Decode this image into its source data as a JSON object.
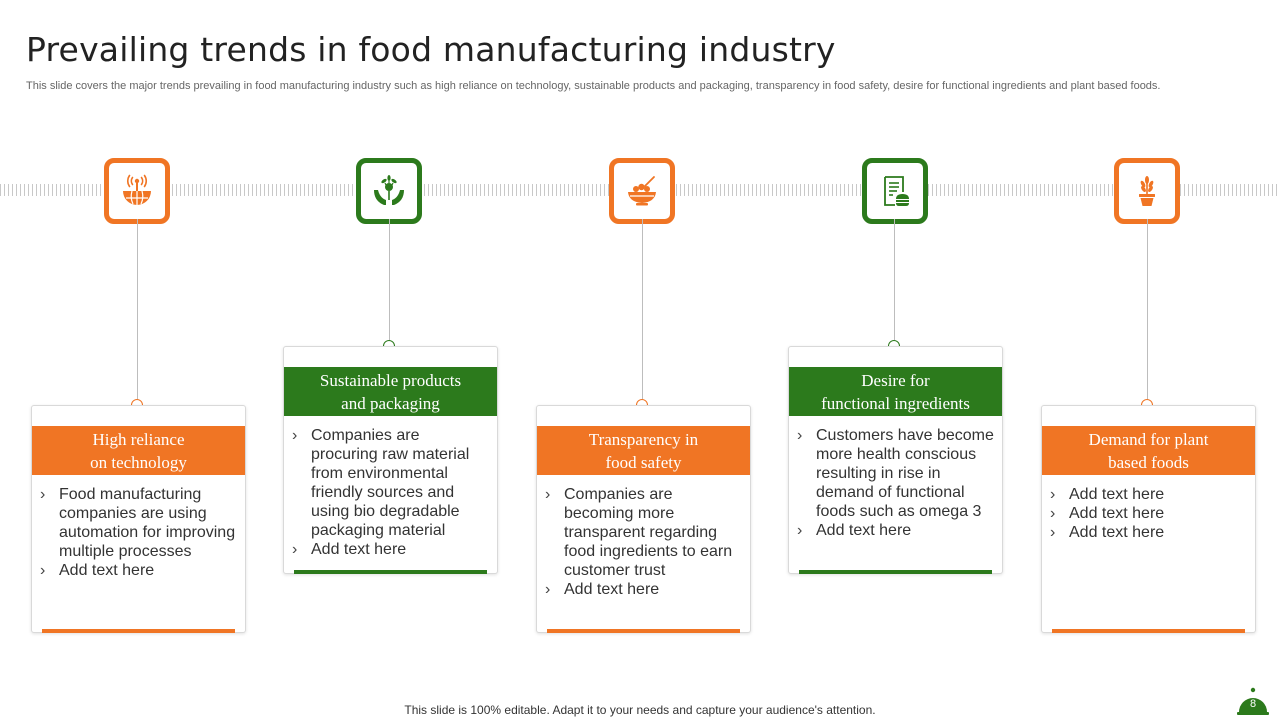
{
  "title": "Prevailing trends in food manufacturing industry",
  "subtitle": "This slide covers the major trends prevailing in food manufacturing industry such as high reliance on technology, sustainable products and packaging, transparency in food safety, desire for functional ingredients and plant based foods.",
  "colors": {
    "accent_orange": "#f07524",
    "accent_green": "#2c7a1c"
  },
  "trends": [
    {
      "icon": "globe-signal-icon",
      "color": "orange",
      "heading": "High reliance\non technology",
      "points": [
        "Food manufacturing companies are using automation for improving multiple processes",
        "Add text here"
      ]
    },
    {
      "icon": "hands-plant-icon",
      "color": "green",
      "heading": "Sustainable products\nand packaging",
      "points": [
        "Companies are procuring raw material from environmental friendly sources and using bio degradable packaging material",
        "Add text here"
      ]
    },
    {
      "icon": "food-bowl-icon",
      "color": "orange",
      "heading": "Transparency in\nfood safety",
      "points": [
        "Companies are becoming more transparent regarding food ingredients to earn customer trust",
        "Add text here"
      ]
    },
    {
      "icon": "menu-burger-icon",
      "color": "green",
      "heading": "Desire for\nfunctional ingredients",
      "points": [
        "Customers have become more health conscious resulting in rise in demand of functional foods such as omega 3",
        "Add text here"
      ]
    },
    {
      "icon": "potted-plant-icon",
      "color": "orange",
      "heading": "Demand for plant\nbased foods",
      "points": [
        "Add text here",
        "Add text here",
        "Add text here"
      ]
    }
  ],
  "footer": "This slide is 100% editable. Adapt it to your needs and capture your audience's attention.",
  "page_number": "8"
}
